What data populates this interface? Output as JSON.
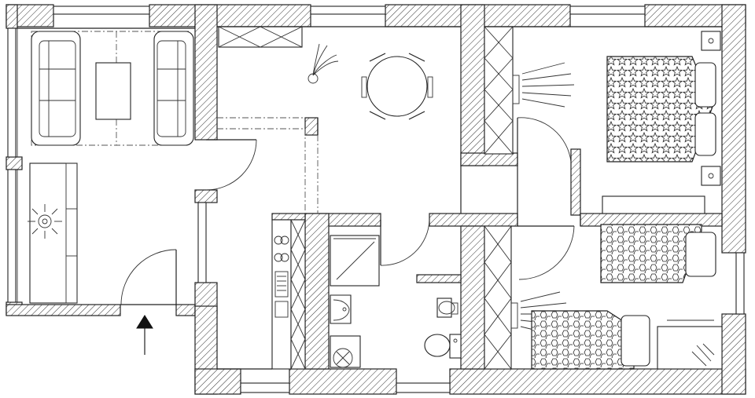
{
  "title": "",
  "entrance_marker": "entrance-arrow",
  "rooms": [
    "living-room",
    "hallway",
    "dining-area",
    "kitchen",
    "bathroom",
    "master-bedroom",
    "childrens-bedroom"
  ],
  "furniture": [
    "sofa-left",
    "sofa-right",
    "coffee-table",
    "tv-cabinet",
    "ceiling-lamp",
    "potted-plant",
    "round-dining-table",
    "kitchen-counter",
    "stove",
    "shower",
    "washbasin",
    "washing-machine",
    "toilet",
    "bidet",
    "wardrobe",
    "double-bed",
    "nightstand",
    "single-bed",
    "desk"
  ],
  "colors": {
    "line": "#222222",
    "background": "#ffffff"
  }
}
